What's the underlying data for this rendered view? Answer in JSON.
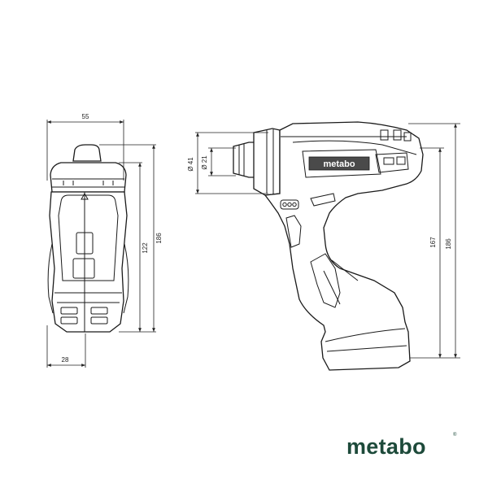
{
  "drawing": {
    "front_view": {
      "width_dim": "55",
      "bottom_dim": "28",
      "height_dim_inner": "122",
      "height_dim_outer": "186"
    },
    "side_view": {
      "chuck_dia_outer": "Ø 41",
      "chuck_dia_inner": "Ø 21",
      "height_dim_inner": "167",
      "height_dim_outer": "186",
      "tool_brand_label": "metabo"
    }
  },
  "brand": {
    "logo_text": "metabo",
    "registered_mark": "®",
    "color": "#1d4a3a"
  }
}
